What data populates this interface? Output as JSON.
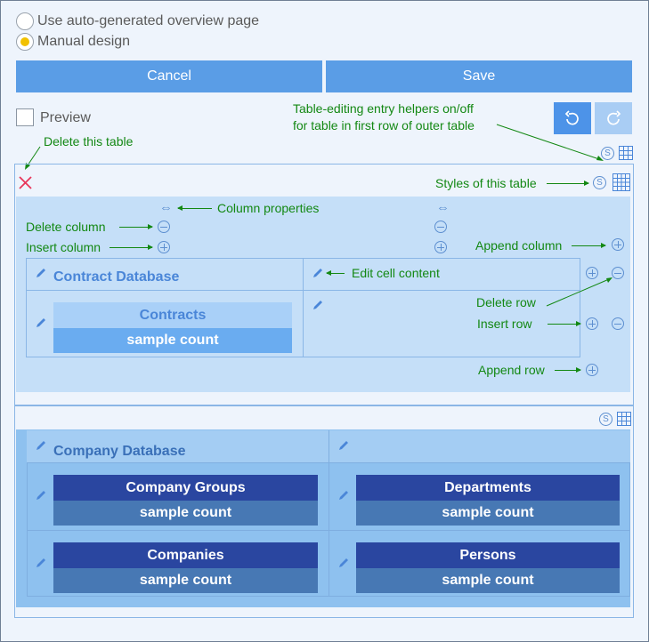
{
  "options": {
    "auto_label": "Use auto-generated overview page",
    "manual_label": "Manual design",
    "selected": "manual"
  },
  "buttons": {
    "cancel": "Cancel",
    "save": "Save"
  },
  "preview": {
    "label": "Preview",
    "checked": false
  },
  "annotations": {
    "table_helpers": "Table-editing entry helpers on/off",
    "table_helpers_2": "for table in first row of outer table",
    "delete_table": "Delete this table",
    "styles_table": "Styles of this table",
    "column_props": "Column properties",
    "delete_column": "Delete column",
    "insert_column": "Insert column",
    "append_column": "Append column",
    "edit_cell": "Edit cell content",
    "delete_row": "Delete row",
    "insert_row": "Insert row",
    "append_row": "Append row"
  },
  "inner_table": {
    "header": "Contract Database",
    "tile": {
      "title": "Contracts",
      "count": "sample count"
    }
  },
  "second_table": {
    "header": "Company Database",
    "tiles": [
      {
        "title": "Company Groups",
        "count": "sample count"
      },
      {
        "title": "Departments",
        "count": "sample count"
      },
      {
        "title": "Companies",
        "count": "sample count"
      },
      {
        "title": "Persons",
        "count": "sample count"
      }
    ]
  },
  "colors": {
    "button": "#5a9de6",
    "annotation": "#138813",
    "tile_dark": "#2a46a0",
    "tile_count": "#4778b4",
    "tile_light_top": "#a9d0f8",
    "tile_light_bottom": "#6aacf0"
  },
  "icons": [
    "undo-icon",
    "redo-icon",
    "style-icon",
    "grid-icon",
    "pencil-icon",
    "delete-x-icon",
    "column-arrows-icon",
    "plus-circle-icon",
    "minus-circle-icon"
  ]
}
